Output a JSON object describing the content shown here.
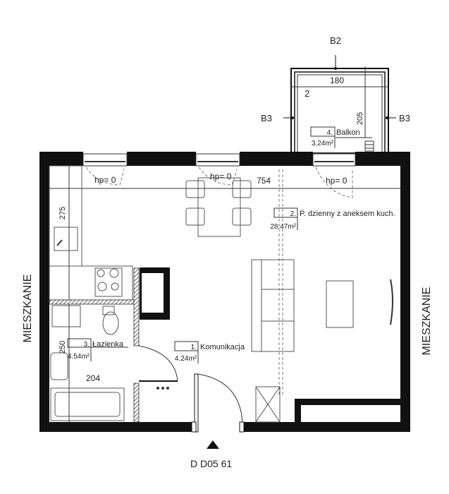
{
  "sections": {
    "b2": "B2",
    "b3_left": "B3",
    "b3_right": "B3"
  },
  "dimensions": {
    "balcony_width": "180",
    "balcony_depth": "205",
    "living_width": "754",
    "kitchen": "275",
    "bath_height": "250",
    "bath_width": "204",
    "balcony_marker": "2"
  },
  "window_notes": [
    "hp= 0",
    "hp= 0",
    "hp= 0"
  ],
  "rooms": [
    {
      "number": "1.",
      "name": "Komunikacja",
      "area": "4.24m²"
    },
    {
      "number": "2.",
      "name": "P. dzienny z aneksem kuch.",
      "area": "28.47m²"
    },
    {
      "number": "3.",
      "name": "Łazienka",
      "area": "4.54m²"
    },
    {
      "number": "4.",
      "name": "Balkon",
      "area": "3.24m²"
    }
  ],
  "neighbors": {
    "left": "MIESZKANIE",
    "right": "MIESZKANIE"
  },
  "apartment_code": "D D05 61"
}
